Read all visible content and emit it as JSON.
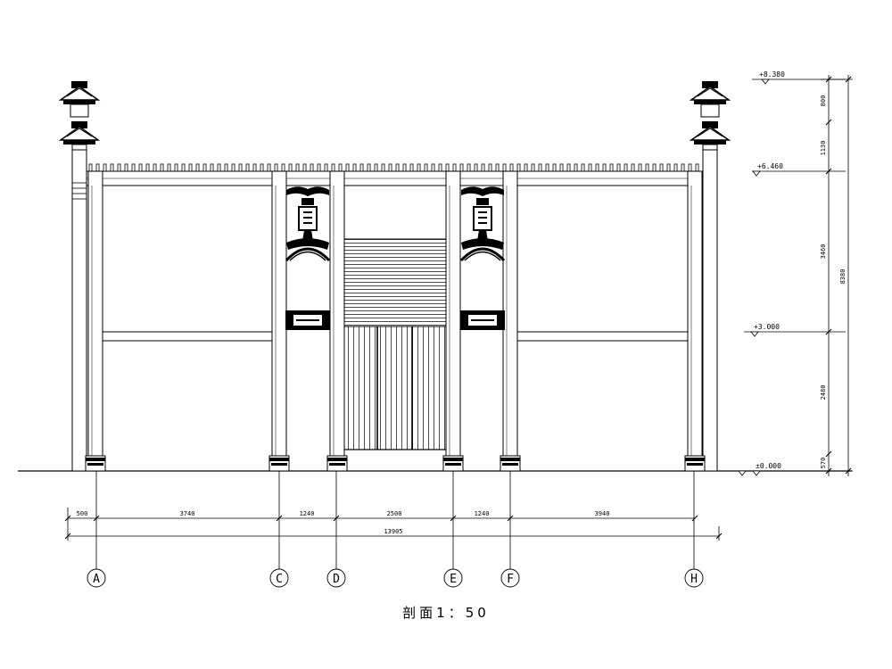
{
  "title": "剖面1：50",
  "elevations": [
    {
      "label": "+8.380"
    },
    {
      "label": "+6.460"
    },
    {
      "label": "+3.000"
    },
    {
      "label": "±0.000"
    }
  ],
  "vertical_dims": {
    "segments": [
      "800",
      "1130",
      "3460",
      "2480",
      "570"
    ],
    "total": "8380"
  },
  "horizontal_dims": {
    "segments": [
      "500",
      "3740",
      "1240",
      "2500",
      "1240",
      "3940"
    ],
    "total": "13905"
  },
  "axes": [
    "A",
    "C",
    "D",
    "E",
    "F",
    "H"
  ],
  "colors": {
    "line": "#000000",
    "background": "#ffffff"
  }
}
